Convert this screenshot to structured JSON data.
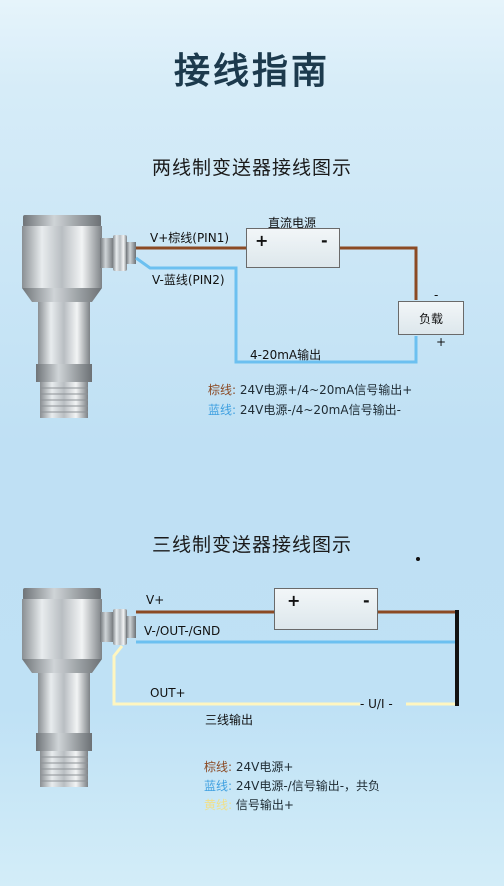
{
  "title": "接线指南",
  "two_wire": {
    "heading": "两线制变送器接线图示",
    "dc_power_label": "直流电源",
    "plus": "+",
    "minus": "-",
    "wire_top": "V+棕线(PIN1)",
    "wire_bottom": "V-蓝线(PIN2)",
    "load_label": "负载",
    "load_minus": "-",
    "load_plus": "+",
    "output_label": "4-20mA输出",
    "legend": [
      {
        "name": "棕线:",
        "text": "24V电源+/4~20mA信号输出+",
        "color": "#8b4a24"
      },
      {
        "name": "蓝线:",
        "text": "24V电源-/4~20mA信号输出-",
        "color": "#3fa0e0"
      }
    ]
  },
  "three_wire": {
    "heading": "三线制变送器接线图示",
    "plus": "+",
    "minus": "-",
    "wire_vplus": "V+",
    "wire_vminus": "V-/OUT-/GND",
    "wire_out": "OUT+",
    "ui_label": "- U/I -",
    "output_label": "三线输出",
    "legend": [
      {
        "name": "棕线:",
        "text": "24V电源+",
        "color": "#8b4a24"
      },
      {
        "name": "蓝线:",
        "text": "24V电源-/信号输出-，共负",
        "color": "#3fa0e0"
      },
      {
        "name": "黄线:",
        "text": "信号输出+",
        "color": "#f0e08a"
      }
    ]
  },
  "colors": {
    "brown": "#8b4a24",
    "blue": "#6cc0f0",
    "yellow": "#fff6c0",
    "black": "#111111"
  }
}
